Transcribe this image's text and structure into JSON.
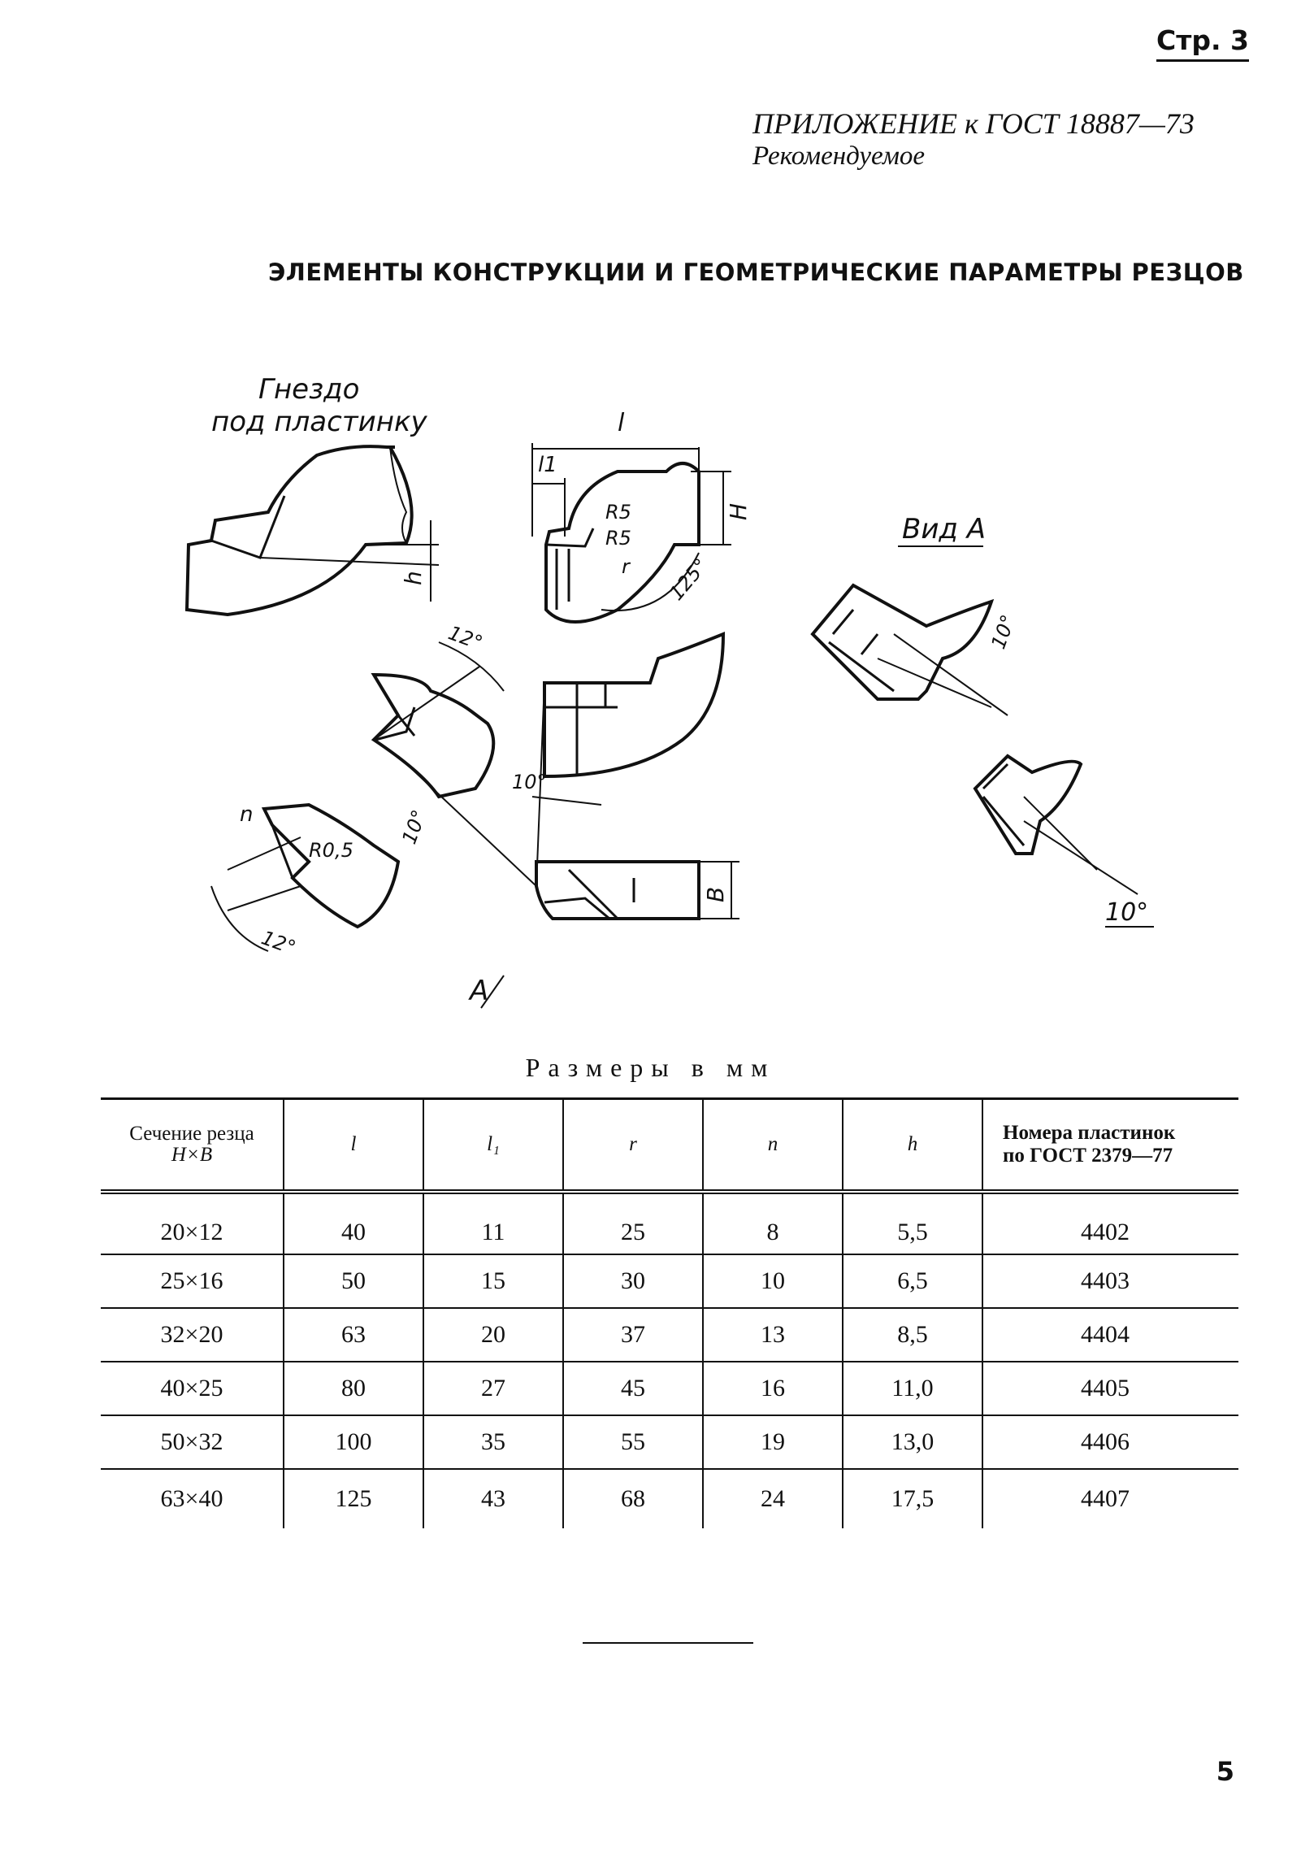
{
  "header": {
    "page_ref": "Стр. 3",
    "appendix_title": "ПРИЛОЖЕНИЕ к ГОСТ 18887—73",
    "appendix_status": "Рекомендуемое"
  },
  "section_title": "ЭЛЕМЕНТЫ КОНСТРУКЦИИ И ГЕОМЕТРИЧЕСКИЕ ПАРАМЕТРЫ РЕЗЦОВ",
  "drawing_labels": {
    "socket_line1": "Гнездо",
    "socket_line2": "под пластинку",
    "dim_l": "l",
    "dim_l1": "l1",
    "dim_R5_a": "R5",
    "dim_R5_b": "R5",
    "dim_r": "r",
    "dim_H": "H",
    "dim_h": "h",
    "angle_125": "125°",
    "view_a": "Вид А",
    "angle_10_view": "10°",
    "angle_12_top": "12°",
    "angle_10_left": "10°",
    "angle_10_mid": "10°",
    "dim_n": "n",
    "dim_R05": "R0,5",
    "angle_12_bottom": "12°",
    "dim_B": "B",
    "arrow_A": "A",
    "angle_10_right": "10°"
  },
  "table": {
    "units_caption": "Размеры в мм",
    "headers": {
      "section_line1": "Сечение резца",
      "section_line2": "H×B",
      "l": "l",
      "l1": "l₁",
      "r": "r",
      "n": "n",
      "h": "h",
      "plates_line1": "Номера пластинок",
      "plates_line2": "по ГОСТ 2379—77"
    },
    "rows": [
      [
        "20×12",
        "40",
        "11",
        "25",
        "8",
        "5,5",
        "4402"
      ],
      [
        "25×16",
        "50",
        "15",
        "30",
        "10",
        "6,5",
        "4403"
      ],
      [
        "32×20",
        "63",
        "20",
        "37",
        "13",
        "8,5",
        "4404"
      ],
      [
        "40×25",
        "80",
        "27",
        "45",
        "16",
        "11,0",
        "4405"
      ],
      [
        "50×32",
        "100",
        "35",
        "55",
        "19",
        "13,0",
        "4406"
      ],
      [
        "63×40",
        "125",
        "43",
        "68",
        "24",
        "17,5",
        "4407"
      ]
    ]
  },
  "footer": {
    "page_number": "5"
  }
}
